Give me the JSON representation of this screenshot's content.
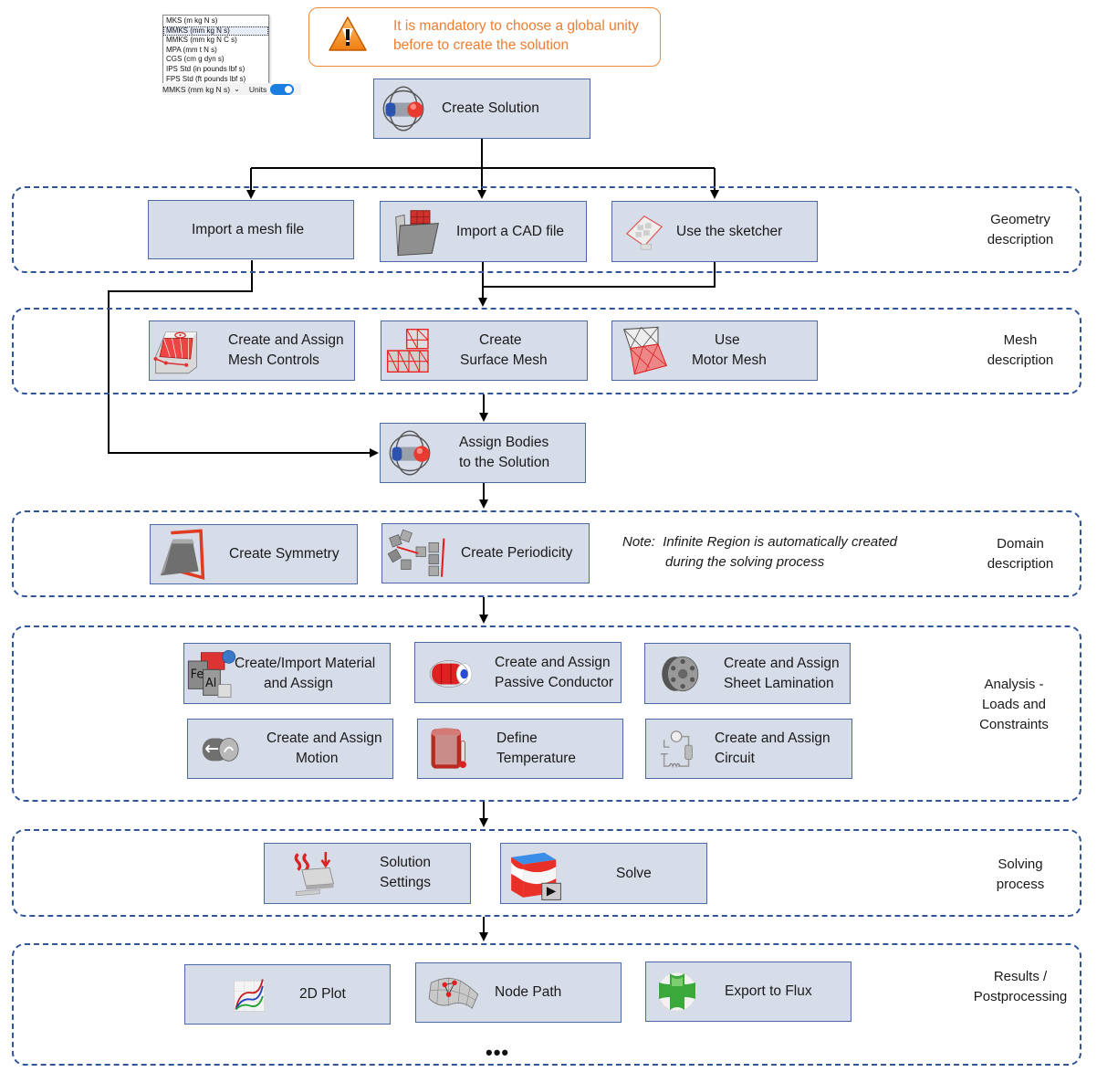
{
  "units_selector": {
    "options": [
      "MKS (m kg N s)",
      "MMKS (mm kg N s)",
      "MMKS (mm kg N C s)",
      "MPA (mm t N s)",
      "CGS (cm g dyn s)",
      "IPS Std (in pounds lbf s)",
      "FPS Std (ft pounds lbf s)"
    ],
    "highlighted_option": "MMKS (mm kg N s)",
    "selected_value": "MMKS (mm kg N s)",
    "units_label": "Units",
    "units_toggle_on": true
  },
  "warning": {
    "icon": "warning-triangle-icon",
    "line1": "It is mandatory to choose a global unity",
    "line2": "before to create the solution",
    "color": "#ee7d31"
  },
  "colors": {
    "box_fill": "#d6dce8",
    "box_border": "#4a6aa5",
    "group_border": "#2f5597",
    "connector": "#000000"
  },
  "create_solution": {
    "icon": "solenoid-icon",
    "label": "Create Solution"
  },
  "groups": {
    "geometry": {
      "label_line1": "Geometry",
      "label_line2": "description",
      "steps": [
        {
          "icon": "",
          "line1": "Import a mesh file",
          "line2": ""
        },
        {
          "icon": "cad-folder-icon",
          "line1": "Import a CAD file",
          "line2": ""
        },
        {
          "icon": "sketcher-icon",
          "line1": "Use the sketcher",
          "line2": ""
        }
      ]
    },
    "mesh": {
      "label_line1": "Mesh",
      "label_line2": "description",
      "steps": [
        {
          "icon": "mesh-controls-icon",
          "line1": "Create and Assign",
          "line2": "Mesh Controls"
        },
        {
          "icon": "surface-mesh-icon",
          "line1": "Create",
          "line2": "Surface Mesh"
        },
        {
          "icon": "motor-mesh-icon",
          "line1": "Use",
          "line2": "Motor Mesh"
        }
      ]
    },
    "assign_bodies": {
      "icon": "solenoid-icon",
      "line1": "Assign Bodies",
      "line2": "to the Solution"
    },
    "domain": {
      "label_line1": "Domain",
      "label_line2": "description",
      "steps": [
        {
          "icon": "symmetry-icon",
          "line1": "Create Symmetry",
          "line2": ""
        },
        {
          "icon": "periodicity-icon",
          "line1": "Create Periodicity",
          "line2": ""
        }
      ],
      "note_prefix": "Note:",
      "note_line1": "Infinite Region is automatically created",
      "note_line2": "during the solving process"
    },
    "analysis": {
      "label_line1": "Analysis -",
      "label_line2": "Loads and",
      "label_line3": "Constraints",
      "steps": [
        {
          "icon": "material-icon",
          "line1": "Create/Import Material",
          "line2": "and Assign"
        },
        {
          "icon": "passive-conductor-icon",
          "line1": "Create and Assign",
          "line2": "Passive Conductor"
        },
        {
          "icon": "sheet-lamination-icon",
          "line1": "Create and Assign",
          "line2": "Sheet Lamination"
        },
        {
          "icon": "motion-icon",
          "line1": "Create and Assign",
          "line2": "Motion"
        },
        {
          "icon": "temperature-icon",
          "line1": "Define",
          "line2": "Temperature"
        },
        {
          "icon": "circuit-icon",
          "line1": "Create and Assign",
          "line2": "Circuit"
        }
      ]
    },
    "solving": {
      "label_line1": "Solving",
      "label_line2": "process",
      "steps": [
        {
          "icon": "solution-settings-icon",
          "line1": "Solution",
          "line2": "Settings"
        },
        {
          "icon": "solve-icon",
          "line1": "Solve",
          "line2": ""
        }
      ]
    },
    "results": {
      "label_line1": "Results /",
      "label_line2": "Postprocessing",
      "steps": [
        {
          "icon": "2d-plot-icon",
          "line1": "2D Plot",
          "line2": ""
        },
        {
          "icon": "node-path-icon",
          "line1": "Node Path",
          "line2": ""
        },
        {
          "icon": "export-flux-icon",
          "line1": "Export to Flux",
          "line2": ""
        }
      ],
      "more": "•••"
    }
  }
}
